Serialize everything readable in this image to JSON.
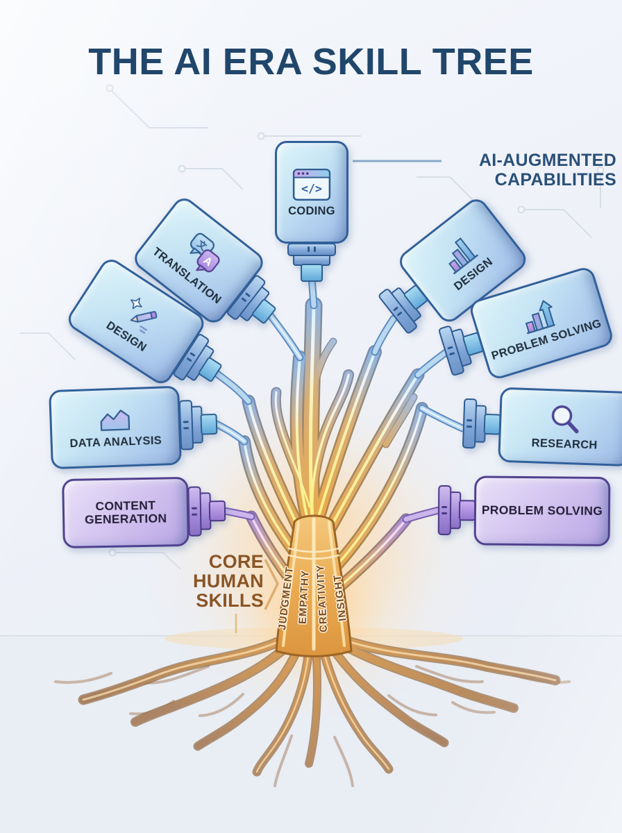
{
  "title": "THE AI ERA SKILL TREE",
  "side_labels": {
    "ai": {
      "line1": "AI-AUGMENTED",
      "line2": "CAPABILITIES"
    },
    "core": {
      "line1": "CORE",
      "line2": "HUMAN",
      "line3": "SKILLS"
    }
  },
  "trunk_skills": [
    "JUDGMENT",
    "EMPATHY",
    "CREATIVITY",
    "INSIGHT"
  ],
  "nodes": [
    {
      "id": "coding",
      "label": "CODING",
      "icon": "code-window-icon",
      "color": "blue"
    },
    {
      "id": "translation",
      "label": "TRANSLATION",
      "icon": "translate-bubbles-icon",
      "color": "blue"
    },
    {
      "id": "design-left",
      "label": "DESIGN",
      "icon": "pencil-sparkle-icon",
      "color": "blue"
    },
    {
      "id": "data-analysis",
      "label": "DATA ANALYSIS",
      "icon": "area-chart-icon",
      "color": "blue"
    },
    {
      "id": "content-generation",
      "label": "CONTENT GENERATION",
      "icon": null,
      "color": "purple"
    },
    {
      "id": "design-right",
      "label": "DESIGN",
      "icon": "bar-chart-icon",
      "color": "blue"
    },
    {
      "id": "problem-solving-right",
      "label": "PROBLEM SOLVING",
      "icon": "bar-chart-up-arrow-icon",
      "color": "blue"
    },
    {
      "id": "research",
      "label": "RESEARCH",
      "icon": "magnifier-icon",
      "color": "blue"
    },
    {
      "id": "problem-solving-lower",
      "label": "PROBLEM SOLVING",
      "icon": null,
      "color": "purple"
    }
  ],
  "colors": {
    "title": "#21466b",
    "ai_label": "#2a5078",
    "core_label": "#8a5526",
    "trunk_text": "#7a4a1f",
    "node_border_blue": "#31609a",
    "node_border_purple": "#50408f",
    "trunk_gold": "#e8a84e",
    "cable_blue": "#6f9fd4",
    "cable_purple": "#9b82cc",
    "circuit_trace": "#d7dde7",
    "background": "#eef1f8"
  }
}
